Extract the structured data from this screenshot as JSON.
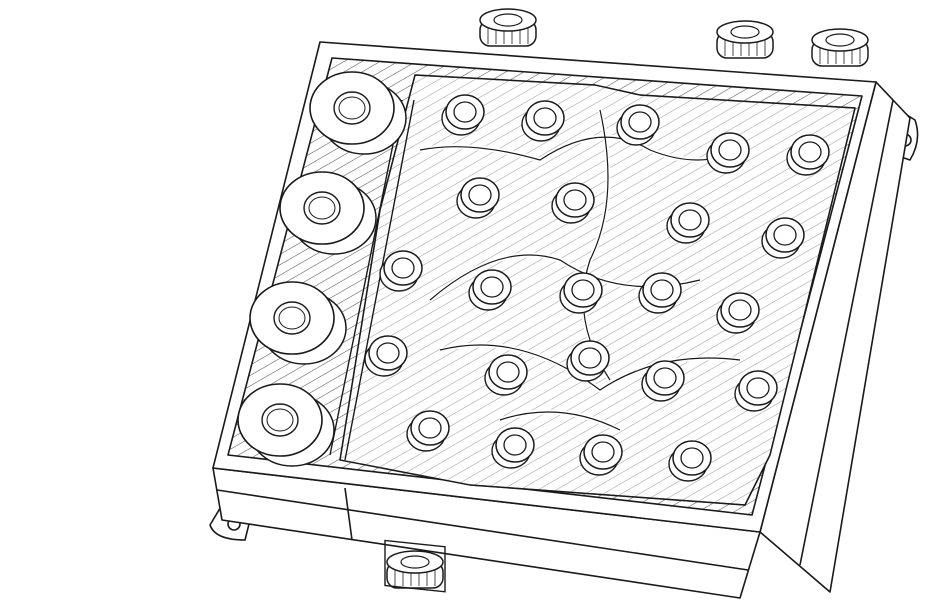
{
  "drawing": {
    "style": "line-art",
    "colors": {
      "stroke": "#1a1a1a",
      "background": "#ffffff",
      "hatch": "#555555"
    },
    "parts": [
      "housing",
      "resonator",
      "tuning-disc",
      "connector",
      "mounting-flange"
    ]
  }
}
